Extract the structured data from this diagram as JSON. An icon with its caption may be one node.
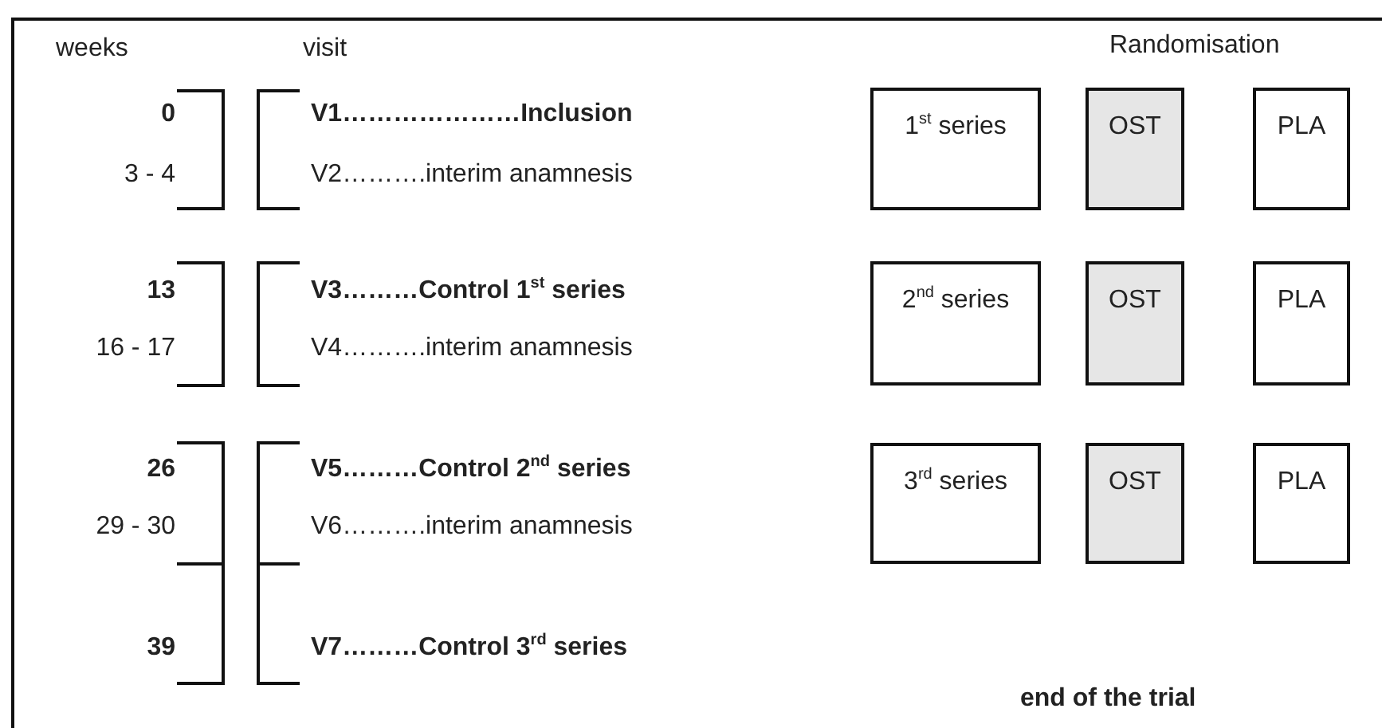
{
  "diagram": {
    "nodes": [
      {
        "text": [
          "1$^{st}$ series"
        ]
      },
      {
        "text": [
          "OST"
        ]
      },
      {
        "text": [
          "PLA"
        ]
      },
      {
        "text": [
          "2$^{nd}$ series"
        ]
      },
      {
        "text": [
          "OST"
        ]
      },
      {
        "text": [
          "PLA"
        ]
      },
      {
        "text": [
          "3$^{rd}$ series"
        ]
      },
      {
        "text": [
          "OST"
        ]
      },
      {
        "text": [
          "PLA"
        ]
      }
    ],
    "labels": [
      "weeks",
      "visit",
      "Randomisation",
      "0",
      "V1…………………Inclusion",
      "3 - 4",
      "V2……….interim anamnesis",
      "13",
      "V3………Control 1$^{st}$ series",
      "16 - 17",
      "V4……….interim anamnesis",
      "26",
      "V5………Control 2$^{nd}$ series",
      "29 - 30",
      "V6……….interim anamnesis",
      "39",
      "V7………Control 3$^{rd}$ series",
      "end of the trial"
    ]
  }
}
